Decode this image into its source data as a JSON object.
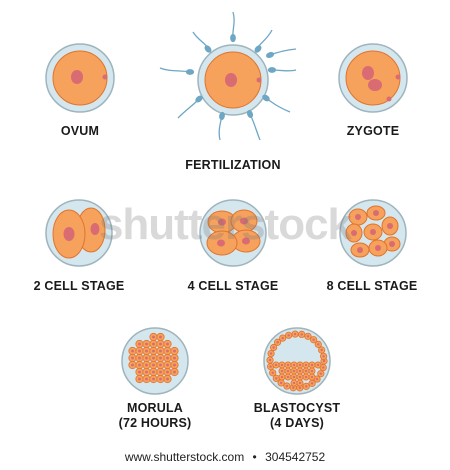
{
  "stages": {
    "ovum": "OVUM",
    "fertilization": "FERTILIZATION",
    "zygote": "ZYGOTE",
    "two_cell": "2 CELL STAGE",
    "four_cell": "4 CELL STAGE",
    "eight_cell": "8 CELL STAGE",
    "morula_line1": "MORULA",
    "morula_line2": "(72 HOURS)",
    "blastocyst_line1": "BLASTOCYST",
    "blastocyst_line2": "(4 DAYS)"
  },
  "footer": {
    "site": "www.shutterstock.com",
    "separator": "•",
    "id": "304542752"
  },
  "watermark": "shutterstock",
  "colors": {
    "zona": "#d4e7ee",
    "zona_stroke": "#9fb4bd",
    "cytoplasm": "#f6a15c",
    "cytoplasm_stroke": "#e0742e",
    "nucleus": "#d96b73",
    "sperm": "#6ea7c4"
  }
}
